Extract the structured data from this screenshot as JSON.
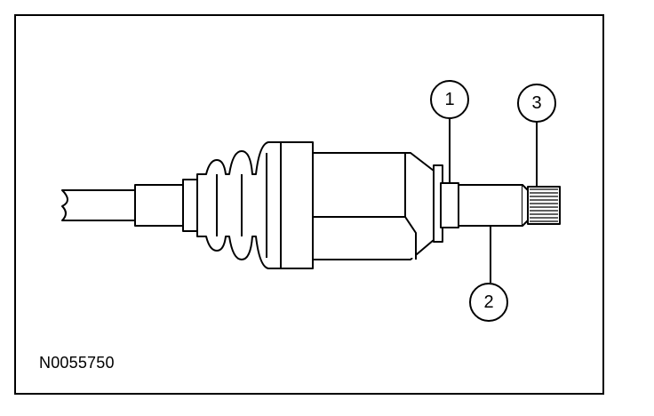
{
  "figure": {
    "id": "N0055750",
    "callouts": [
      {
        "label": "1"
      },
      {
        "label": "2"
      },
      {
        "label": "3"
      }
    ]
  },
  "colors": {
    "line": "#000000",
    "background": "#ffffff"
  }
}
